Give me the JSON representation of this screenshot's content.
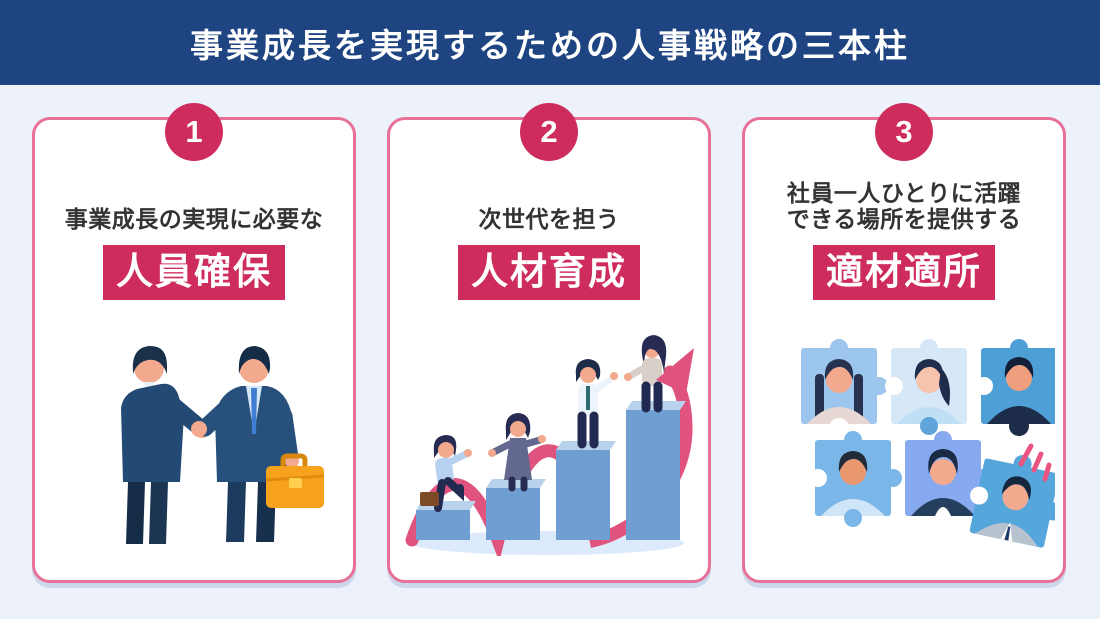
{
  "page": {
    "background": "#edf1f9"
  },
  "header": {
    "title": "事業成長を実現するための人事戦略の三本柱",
    "background": "#1e4482",
    "text_color": "#ffffff"
  },
  "accent": {
    "crimson": "#ce2c5c",
    "card_border_pink": "#e8719a",
    "arrow_pink": "#e0537e",
    "bar_blue": "#6f9fd2",
    "navy": "#1e4482"
  },
  "cards": [
    {
      "number": "1",
      "subtitle": "事業成長の実現に必要な",
      "keyword": "人員確保",
      "illustration": "businessmen-handshake"
    },
    {
      "number": "2",
      "subtitle": "次世代を担う",
      "keyword": "人材育成",
      "illustration": "people-climbing-growth-bars-arrow"
    },
    {
      "number": "3",
      "subtitle": "社員一人ひとりに活躍\nできる場所を提供する",
      "keyword": "適材適所",
      "illustration": "people-portrait-puzzle-pieces"
    }
  ]
}
